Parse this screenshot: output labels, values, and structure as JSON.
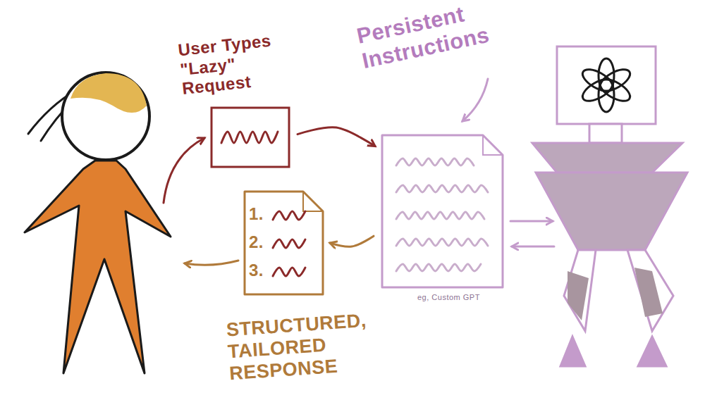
{
  "diagram": {
    "nodes": [
      {
        "text": [
          "User Types \"Lazy\" Request"
        ]
      },
      {
        "text": [
          "Persistent Instructions",
          "eg, Custom GPT"
        ]
      },
      {
        "text": [
          "1.",
          "2.",
          "3.",
          "STRUCTURED, TAILORED RESPONSE"
        ]
      }
    ],
    "edges": [
      {
        "from": 0,
        "to": 1,
        "arrow": "to"
      },
      {
        "from": 1,
        "to": 2,
        "arrow": "to"
      }
    ]
  }
}
